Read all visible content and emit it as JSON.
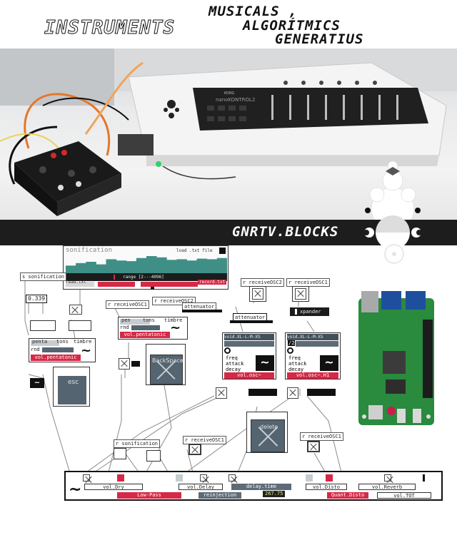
{
  "header": {
    "left": "INSTRUMENTS",
    "right_lines": [
      "MUSICALS ,",
      "ALGORÍTMICS",
      "GENERATIUS"
    ]
  },
  "photo": {
    "device_brand": "KORG",
    "device_name": "nanoKONTROL2"
  },
  "banner": {
    "text": "GNRTV.BLOCKS"
  },
  "patch": {
    "sonification": {
      "title": "sonification",
      "load_label": "load .txt file",
      "range_label": "range [2---4096]",
      "read_label": "read.txt",
      "record_label": "record.txt",
      "histogram": [
        12,
        16,
        18,
        14,
        22,
        20,
        19,
        24,
        27,
        25,
        21,
        22,
        20,
        23,
        22,
        24
      ]
    },
    "s_sonification": "s sonification",
    "number_box": "0.339",
    "receives": {
      "a": "r receiveOSC1",
      "b": "r receiveOSC2",
      "c": "r receiveOSC2",
      "d": "r receiveOSC1",
      "e": "r sonification",
      "f": "r receiveOSC1",
      "g": "r receiveOSC1"
    },
    "attenuator_top": "attenuator",
    "attenuator_mid": "attenuator",
    "expander": "xpander",
    "left_synth": {
      "pent": "penta",
      "tons": "tons",
      "timbre": "timbre",
      "rnd": "rnd",
      "vol": "vol.pentatonic"
    },
    "mid_synth": {
      "pent": "pen",
      "tons": "tons",
      "timbre": "timbre",
      "rnd": "rnd",
      "vol": "vol.pentatonic"
    },
    "esc_label": "esc",
    "backspace_label": "BackSpace",
    "delete_label": "delete",
    "osc_left": {
      "vol": "void.XL-L-M-XS",
      "freq": "freq",
      "attack": "attack",
      "decay": "decay",
      "out": "vol.osc~"
    },
    "osc_right": {
      "vol": "void.XL-L-M-XS",
      "freq": "freq",
      "attack": "attack",
      "decay": "decay",
      "out": "vol.osc~.H1"
    },
    "osc_right_num": "/2",
    "fx": {
      "dry": "vol.Dry",
      "delay": "vol.Delay",
      "delay_time": "delay.time",
      "delay_value": "267.75",
      "distortion": "vol.Disto",
      "reverb": "vol.Reverb",
      "lowpass": "Low-Pass",
      "reinjection": "reinjection",
      "quant_disto": "Quant.Disto",
      "total": "vol.TOT"
    }
  },
  "colors": {
    "accent_red": "#d62947",
    "slate": "#546470",
    "teal": "#3f8f87",
    "dark": "#1d1d1d"
  }
}
